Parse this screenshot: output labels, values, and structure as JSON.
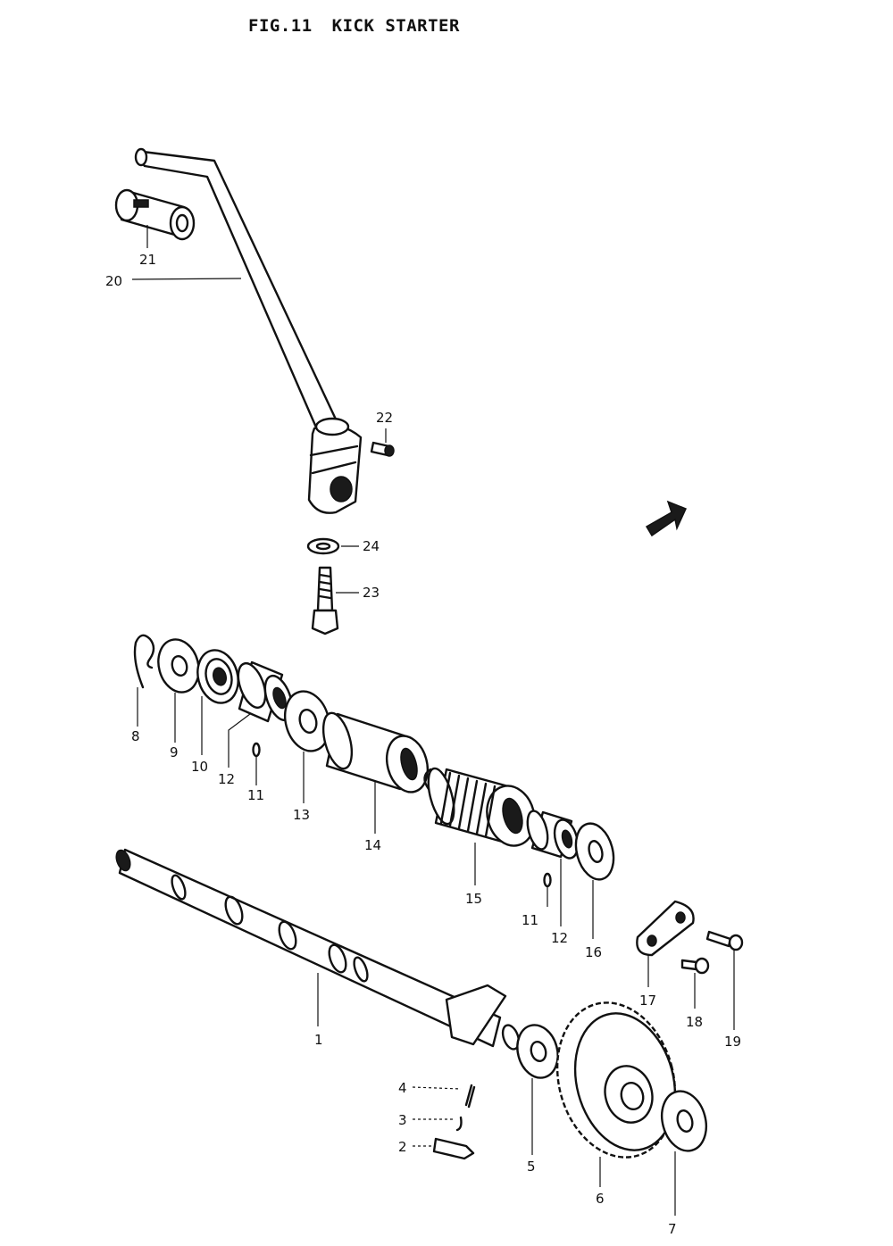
{
  "figure": {
    "number": "FIG.11",
    "title": "KICK STARTER"
  },
  "callouts": [
    "1",
    "2",
    "3",
    "4",
    "5",
    "6",
    "7",
    "8",
    "9",
    "10",
    "11",
    "12",
    "13",
    "14",
    "15",
    "16",
    "17",
    "18",
    "19",
    "20",
    "21",
    "22",
    "23",
    "24"
  ]
}
